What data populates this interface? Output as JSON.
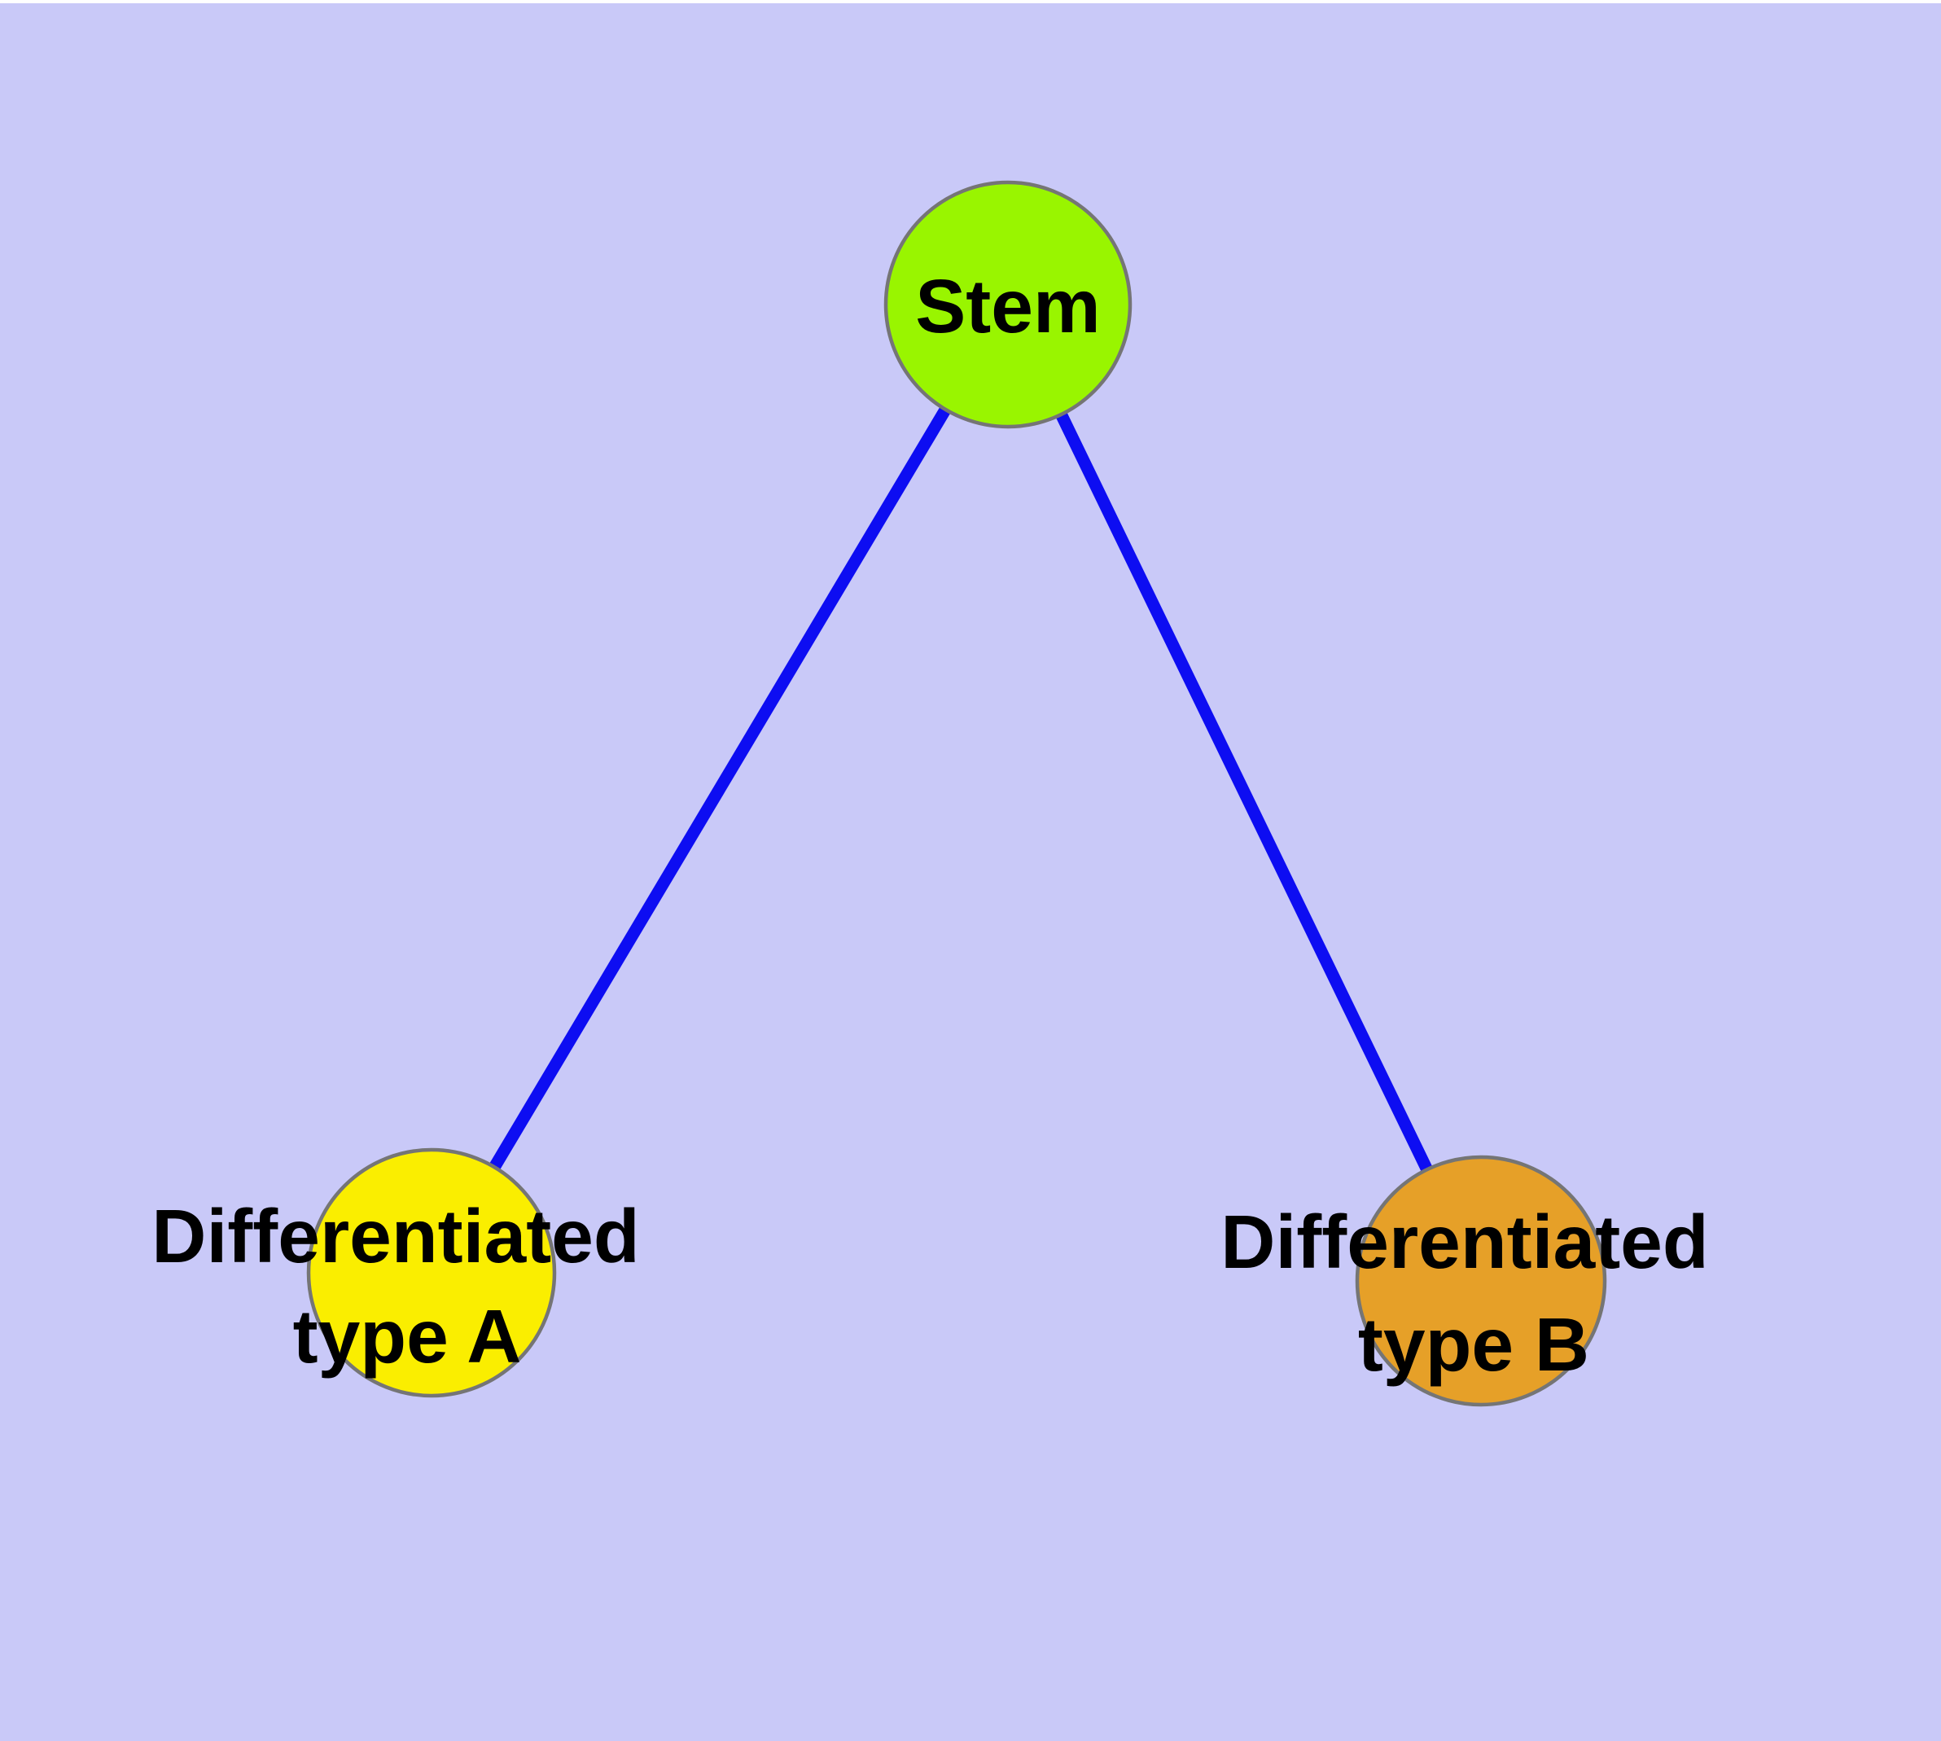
{
  "canvas": {
    "background_color": "#c9c9f8",
    "top_strip_color": "#ffffff"
  },
  "diagram": {
    "type": "node-link-graph",
    "edge_color": "#0d0df2",
    "node_border_color": "#757575",
    "label_color": "#000000",
    "nodes": [
      {
        "id": "stem",
        "label": "Stem",
        "fill_color": "#99f500"
      },
      {
        "id": "differentiated-type-a",
        "label": "Differentiated type A",
        "label_line1": "Differentiated",
        "label_line2": "type A",
        "fill_color": "#faee00"
      },
      {
        "id": "differentiated-type-b",
        "label": "Differentiated type B",
        "label_line1": "Differentiated",
        "label_line2": "type B",
        "fill_color": "#e6a028"
      }
    ],
    "edges": [
      {
        "from": "stem",
        "to": "differentiated-type-a"
      },
      {
        "from": "stem",
        "to": "differentiated-type-b"
      }
    ]
  }
}
